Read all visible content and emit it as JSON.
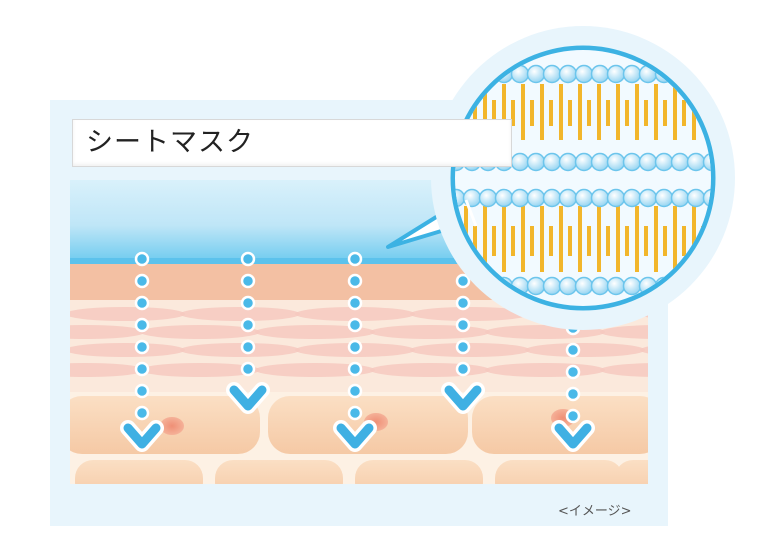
{
  "diagram": {
    "title": "シートマスク",
    "caption": "<イメージ>"
  },
  "colors": {
    "frame": "#e8f5fc",
    "mask_top": "#6fcbef",
    "mask_bottom": "#d4eefa",
    "skin_layer": "#f3c0a3",
    "dermis": "#fbe6d8",
    "fiber": "#f6c9c0",
    "cell": "#f8d4b0",
    "cell_border": "#fdf1e4",
    "nucleus": "#f2a28a",
    "dot": "#4ab9e8",
    "arrow": "#3fb0e3",
    "magnifier_ring": "#3cb2e3",
    "lipid_head": "#a9dcf4",
    "lipid_tail": "#f2b62b"
  },
  "arrow_count": 5,
  "icons": [
    "penetration-arrow",
    "magnifier-bubble",
    "lipid-molecule"
  ]
}
